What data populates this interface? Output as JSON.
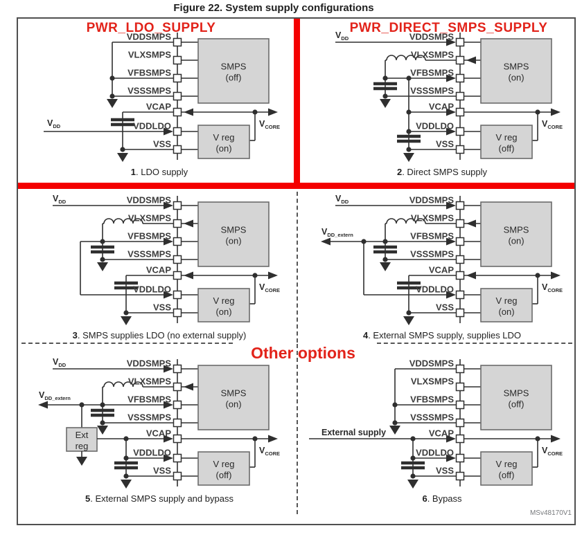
{
  "figure": {
    "title": "Figure 22. System supply configurations",
    "other_options_label": "Other options",
    "watermark": "MSv48170V1"
  },
  "colors": {
    "accent_line_red": "#f40000",
    "accent_text_red": "#e2231a",
    "wire": "#2f2f2f",
    "pin_label": "#3c3c3c",
    "block_fill": "#d5d5d5",
    "block_stroke": "#6b6b6b",
    "block_text": "#2a2a2a",
    "border_gray": "#4f4f4f",
    "watermark_gray": "#76787b"
  },
  "shared": {
    "pin_labels": [
      "VDDSMPS",
      "VLXSMPS",
      "VFBSMPS",
      "VSSSMPS",
      "VCAP",
      "VDDLDO",
      "VSS"
    ],
    "smps_label": "SMPS",
    "vreg_label": "V reg",
    "ext_reg_line1": "Ext",
    "ext_reg_line2": "reg",
    "vdd_main": "V",
    "vdd_sub": "DD",
    "vdd_extern_main": "V",
    "vdd_extern_sub": "DD_extern",
    "vcore_main": "V",
    "vcore_sub": "CORE",
    "external_supply_label": "External supply"
  },
  "panels": [
    {
      "variant": "ldo_supply",
      "header": "PWR_LDO_SUPPLY",
      "caption_num": "1",
      "caption_rest": ". LDO supply",
      "smps_state": "(off)",
      "vreg_state": "(on)"
    },
    {
      "variant": "direct_smps",
      "header": "PWR_DIRECT_SMPS_SUPPLY",
      "caption_num": "2",
      "caption_rest": ". Direct SMPS supply",
      "smps_state": "(on)",
      "vreg_state": "(off)"
    },
    {
      "variant": "smps_supplies_ldo",
      "caption_num": "3",
      "caption_rest": ". SMPS supplies LDO (no external supply)",
      "smps_state": "(on)",
      "vreg_state": "(on)"
    },
    {
      "variant": "external_smps_supplies_ldo",
      "caption_num": "4",
      "caption_rest": ". External SMPS supply, supplies LDO",
      "smps_state": "(on)",
      "vreg_state": "(on)"
    },
    {
      "variant": "external_smps_bypass",
      "caption_num": "5",
      "caption_rest": ". External SMPS supply and  bypass",
      "smps_state": "(on)",
      "vreg_state": "(off)"
    },
    {
      "variant": "bypass",
      "caption_num": "6",
      "caption_rest": ". Bypass",
      "smps_state": "(off)",
      "vreg_state": "(off)"
    }
  ]
}
